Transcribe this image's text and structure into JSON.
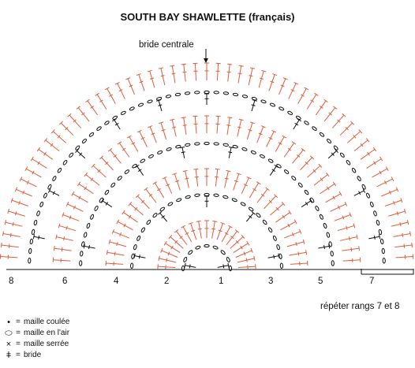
{
  "title": "SOUTH BAY SHAWLETTE (français)",
  "center_label": "bride centrale",
  "repeat_note": "répéter rangs 7 et 8",
  "row_numbers": [
    "8",
    "6",
    "4",
    "2",
    "1",
    "3",
    "5",
    "7"
  ],
  "colors": {
    "odd_rows": "#e35b3a",
    "even_rows": "#111111",
    "background": "#ffffff"
  },
  "legend": [
    {
      "symbol": "•",
      "eq": "=",
      "label": "maille coulée"
    },
    {
      "symbol": "⬭",
      "eq": "=",
      "label": "maille en l'air"
    },
    {
      "symbol": "×",
      "eq": "=",
      "label": "maille serrée"
    },
    {
      "symbol": "ǂ",
      "eq": "=",
      "label": "bride"
    }
  ]
}
